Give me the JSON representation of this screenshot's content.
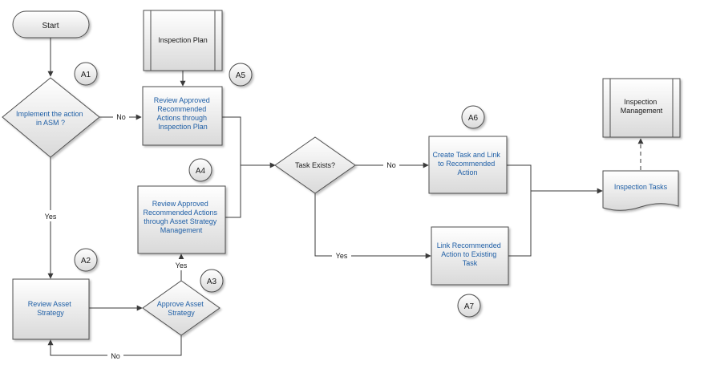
{
  "nodes": {
    "start": "Start",
    "implement_decision": [
      "Implement the action",
      "in ASM ?"
    ],
    "inspection_plan": "Inspection Plan",
    "review_via_inspection_plan": [
      "Review Approved",
      "Recommended",
      "Actions through",
      "Inspection Plan"
    ],
    "review_via_asm": [
      "Review Approved",
      "Recommended Actions",
      "through Asset Strategy",
      "Management"
    ],
    "review_asset_strategy": [
      "Review Asset",
      "Strategy"
    ],
    "approve_asset_strategy": [
      "Approve Asset",
      "Strategy"
    ],
    "task_exists": "Task Exists?",
    "create_task_and_link": [
      "Create Task and Link",
      "to Recommended",
      "Action"
    ],
    "link_to_existing_task": [
      "Link Recommended",
      "Action to Existing",
      "Task"
    ],
    "inspection_tasks": "Inspection Tasks",
    "inspection_management": [
      "Inspection",
      "Management"
    ]
  },
  "markers": {
    "a1": "A1",
    "a2": "A2",
    "a3": "A3",
    "a4": "A4",
    "a5": "A5",
    "a6": "A6",
    "a7": "A7"
  },
  "edge_labels": {
    "implement_no": "No",
    "implement_yes": "Yes",
    "approve_yes": "Yes",
    "approve_no": "No",
    "task_no": "No",
    "task_yes": "Yes"
  },
  "colors": {
    "link_text": "#1f5fa6",
    "box_fill_top": "#ffffff",
    "box_fill_bottom": "#dcdcdc",
    "stroke": "#4d4d4d"
  }
}
